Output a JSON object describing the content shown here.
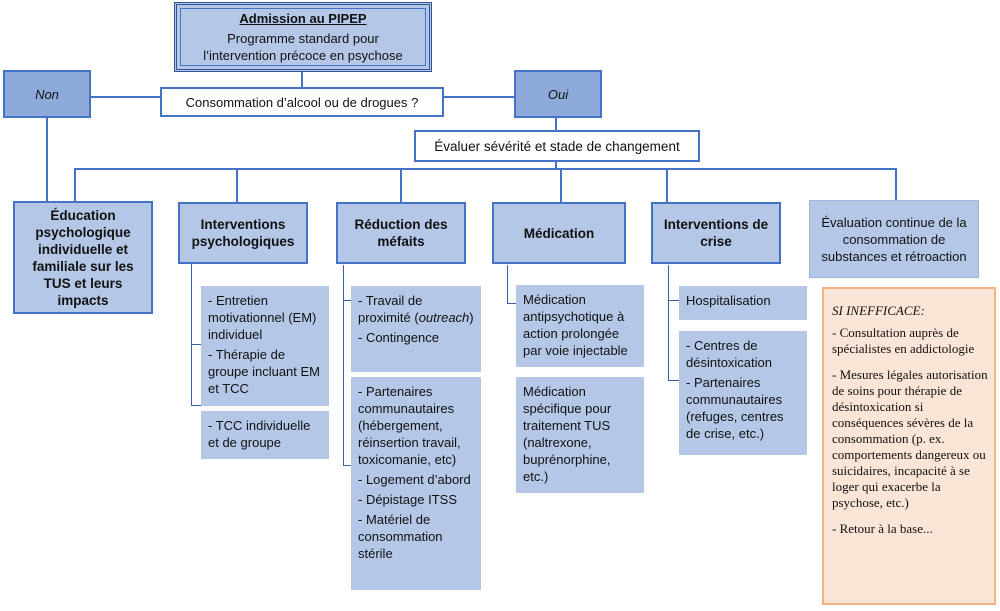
{
  "admission": {
    "title": "Admission au PIPEP",
    "subtitle": "Programme standard pour l’intervention précoce en psychose"
  },
  "question": "Consommation d’alcool ou de drogues ?",
  "branches": {
    "no": "Non",
    "yes": "Oui"
  },
  "evaluate": "Évaluer sévérité et stade de changement",
  "columns": {
    "education": "Éducation psychologique individuelle et familiale sur les TUS et leurs impacts",
    "psych": {
      "title": "Interventions psychologiques",
      "box1": [
        "- Entretien motivationnel (EM) individuel",
        "- Thérapie de groupe incluant EM et TCC"
      ],
      "box2": [
        "- TCC individuelle et de groupe"
      ]
    },
    "harm": {
      "title": "Réduction des méfaits",
      "box1_item1_before": "- Travail de proximité (",
      "box1_item1_italic": "outreach",
      "box1_item1_after": ")",
      "box1_item2": "- Contingence",
      "box2": [
        "- Partenaires communautaires (hébergement, réinsertion travail, toxicomanie, etc)",
        "- Logement d’abord",
        "- Dépistage ITSS",
        "- Matériel de consommation stérile"
      ]
    },
    "medication": {
      "title": "Médication",
      "box1": "Médication antipsychotique à action prolongée par voie injectable",
      "box2": "Médication spécifique pour traitement TUS (naltrexone, buprénorphine, etc.)"
    },
    "crisis": {
      "title": "Interventions de crise",
      "box1": "Hospitalisation",
      "box2": [
        "- Centres de désintoxication",
        "- Partenaires communautaires (refuges, centres de crise, etc.)"
      ]
    },
    "evaluation": "Évaluation continue de la consommation de substances et rétroaction"
  },
  "ineffective": {
    "title": "SI INEFFICACE:",
    "items": [
      "- Consultation auprès de spécialistes en addictologie",
      "- Mesures légales autorisation de soins pour thérapie de désintoxication si conséquences sévères de la consommation (p. ex. comportements dangereux ou suicidaires, incapacité à se loger qui exacerbe la psychose, etc.)",
      "- Retour à la base..."
    ]
  },
  "colors": {
    "box_fill": "#b4c7e7",
    "border": "#4472c4",
    "side_fill": "#8eaadb",
    "warning_fill": "#fbe5d6",
    "warning_border": "#f4b183"
  }
}
